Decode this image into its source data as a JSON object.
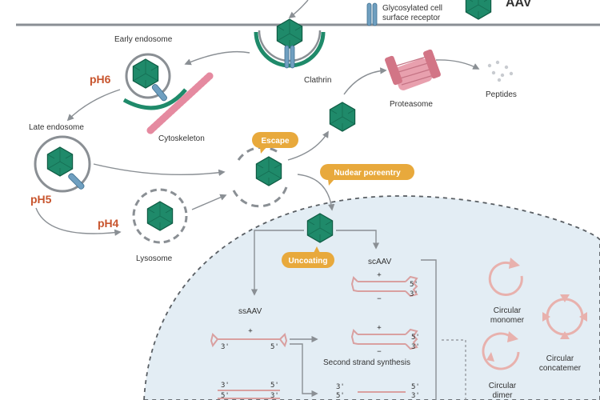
{
  "legend": {
    "receptor_label_line1": "Glycosylated cell",
    "receptor_label_line2": "surface receptor",
    "aav_label": "AAV"
  },
  "labels": {
    "early_endosome": "Early endosome",
    "clathrin": "Clathrin",
    "ph6": "pH6",
    "cytoskeleton": "Cytoskeleton",
    "late_endosome": "Late endosome",
    "ph5": "pH5",
    "ph4": "pH4",
    "lysosome": "Lysosome",
    "proteasome": "Proteasome",
    "peptides": "Peptides",
    "escape": "Escape",
    "nuclear_entry": "Nudear poreentry",
    "uncoating": "Uncoating",
    "scaav": "scAAV",
    "ssaav": "ssAAV",
    "second_strand": "Second strand synthesis",
    "circular_monomer_1": "Circular",
    "circular_monomer_2": "monomer",
    "circular_concatemer_1": "Circular",
    "circular_concatemer_2": "concatemer",
    "circular_dimer_1": "Circular",
    "circular_dimer_2": "dimer"
  },
  "dna_marks": {
    "plus": "+",
    "minus": "−",
    "five_prime": "5'",
    "three_prime": "3'"
  },
  "colors": {
    "capsid": "#1f8a6a",
    "capsid_edge": "#0f5c44",
    "tag_orange": "#e8a93c",
    "ph_orange": "#c8552e",
    "dna_pink": "#d9a0a0",
    "nucleus_fill": "#e3edf4",
    "membrane": "#8a8f94"
  }
}
